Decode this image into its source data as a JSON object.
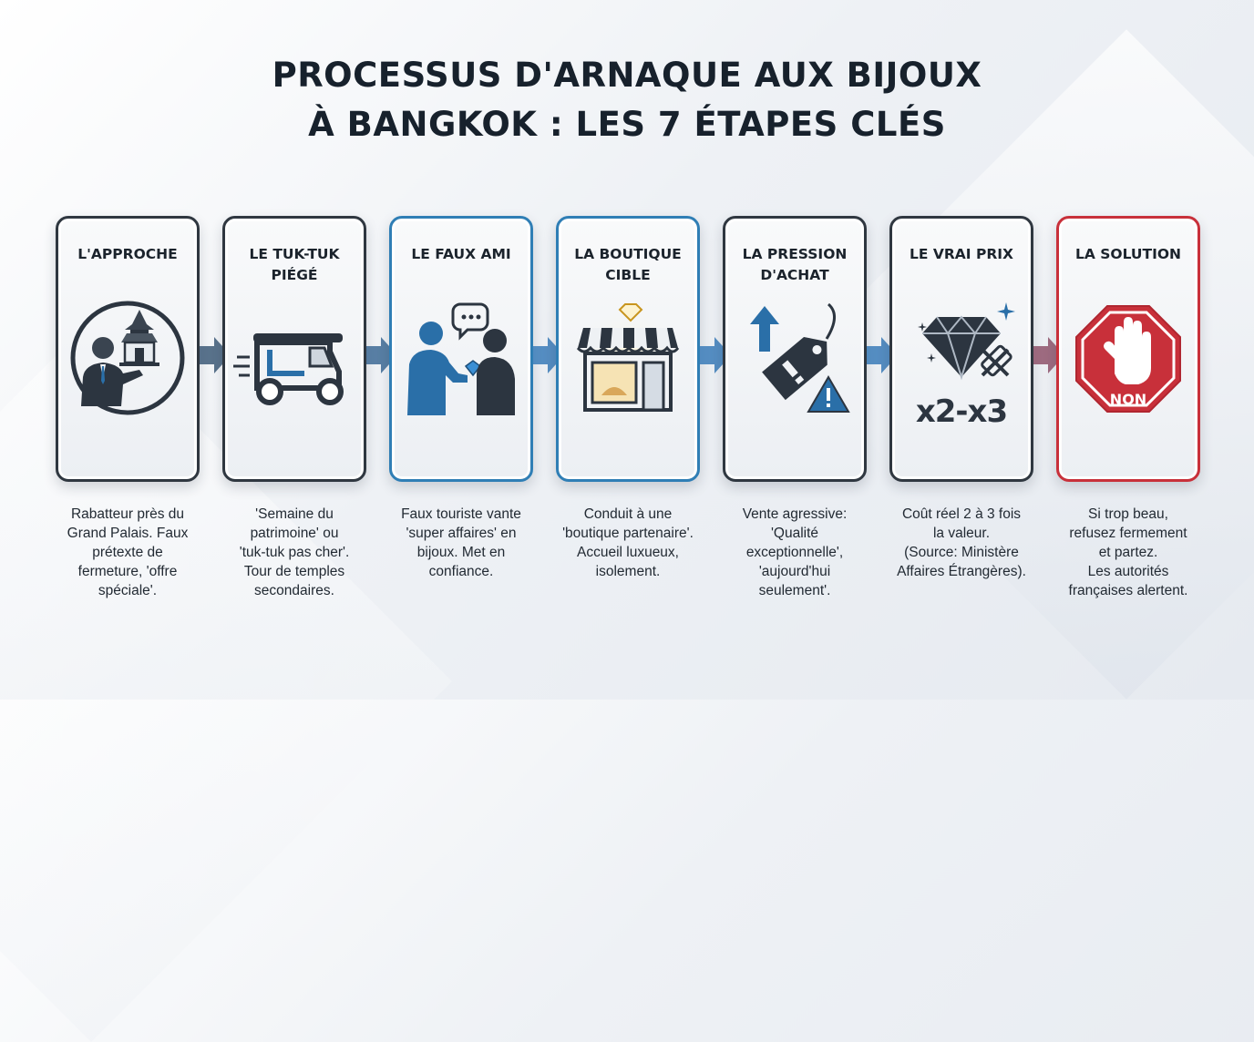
{
  "title": {
    "line1": "PROCESSUS D'ARNAQUE AUX BIJOUX",
    "line2": "À BANGKOK : LES 7 ÉTAPES CLÉS"
  },
  "steps": [
    {
      "title_lines": [
        "L'APPROCHE"
      ],
      "icon": "tout-approach-icon",
      "desc_lines": [
        "Rabatteur près du",
        "Grand Palais. Faux",
        "prétexte de",
        "fermeture, 'offre",
        "spéciale'."
      ]
    },
    {
      "title_lines": [
        "LE TUK-TUK",
        "PIÉGÉ"
      ],
      "icon": "tuk-tuk-icon",
      "desc_lines": [
        "'Semaine du",
        "patrimoine' ou",
        "'tuk-tuk pas cher'.",
        "Tour de temples",
        "secondaires."
      ]
    },
    {
      "title_lines": [
        "LE FAUX AMI"
      ],
      "icon": "fake-friend-icon",
      "desc_lines": [
        "Faux touriste vante",
        "'super affaires' en",
        "bijoux. Met en",
        "confiance."
      ]
    },
    {
      "title_lines": [
        "LA BOUTIQUE",
        "CIBLE"
      ],
      "icon": "shop-icon",
      "desc_lines": [
        "Conduit à une",
        "'boutique partenaire'.",
        "Accueil luxueux,",
        "isolement."
      ]
    },
    {
      "title_lines": [
        "LA PRESSION",
        "D'ACHAT"
      ],
      "icon": "price-tag-warning-icon",
      "desc_lines": [
        "Vente agressive:",
        "'Qualité",
        "exceptionnelle',",
        "'aujourd'hui",
        "seulement'."
      ]
    },
    {
      "title_lines": [
        "LE VRAI PRIX"
      ],
      "icon": "diamond-price-icon",
      "icon_text": "x2-x3",
      "desc_lines": [
        "Coût réel 2 à 3 fois",
        "la valeur.",
        "(Source: Ministère",
        "Affaires Étrangères)."
      ]
    },
    {
      "title_lines": [
        "LA SOLUTION"
      ],
      "icon": "stop-hand-icon",
      "icon_text": "NON",
      "desc_lines": [
        "Si trop beau,",
        "refusez fermement",
        "et partez.",
        "Les autorités",
        "françaises alertent."
      ]
    }
  ],
  "colors": {
    "dark_border": "#2f3740",
    "blue_border": "#2f7eb5",
    "red_border": "#c8303a",
    "icon_dark": "#2c3540",
    "icon_blue": "#2a6fa8",
    "stop_red": "#c8303a"
  }
}
